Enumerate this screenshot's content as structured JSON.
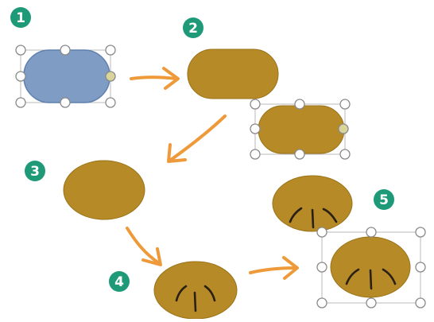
{
  "colors": {
    "badge": "#1e9a78",
    "badge_text": "#ffffff",
    "shape_blue": "#7f9cc4",
    "shape_blue_stroke": "#5f80ad",
    "shape_brown": "#b68a26",
    "shape_brown_stroke": "#9a7218",
    "arrow": "#ef9a3a",
    "handle_fill": "#ffffff",
    "handle_stroke": "#8a8a8a",
    "handle_yellow": "#d9d49a",
    "selection_line": "#b8b8b8",
    "mark_line": "#2a2016",
    "page_bg": "#ffffff"
  },
  "steps": [
    {
      "number": "1"
    },
    {
      "number": "2"
    },
    {
      "number": "3"
    },
    {
      "number": "4"
    },
    {
      "number": "5"
    }
  ],
  "icons": {
    "selection_handle": "circle-handle-icon",
    "adjust_handle": "adjust-handle-icon",
    "arrow": "hand-drawn-arrow-icon"
  }
}
